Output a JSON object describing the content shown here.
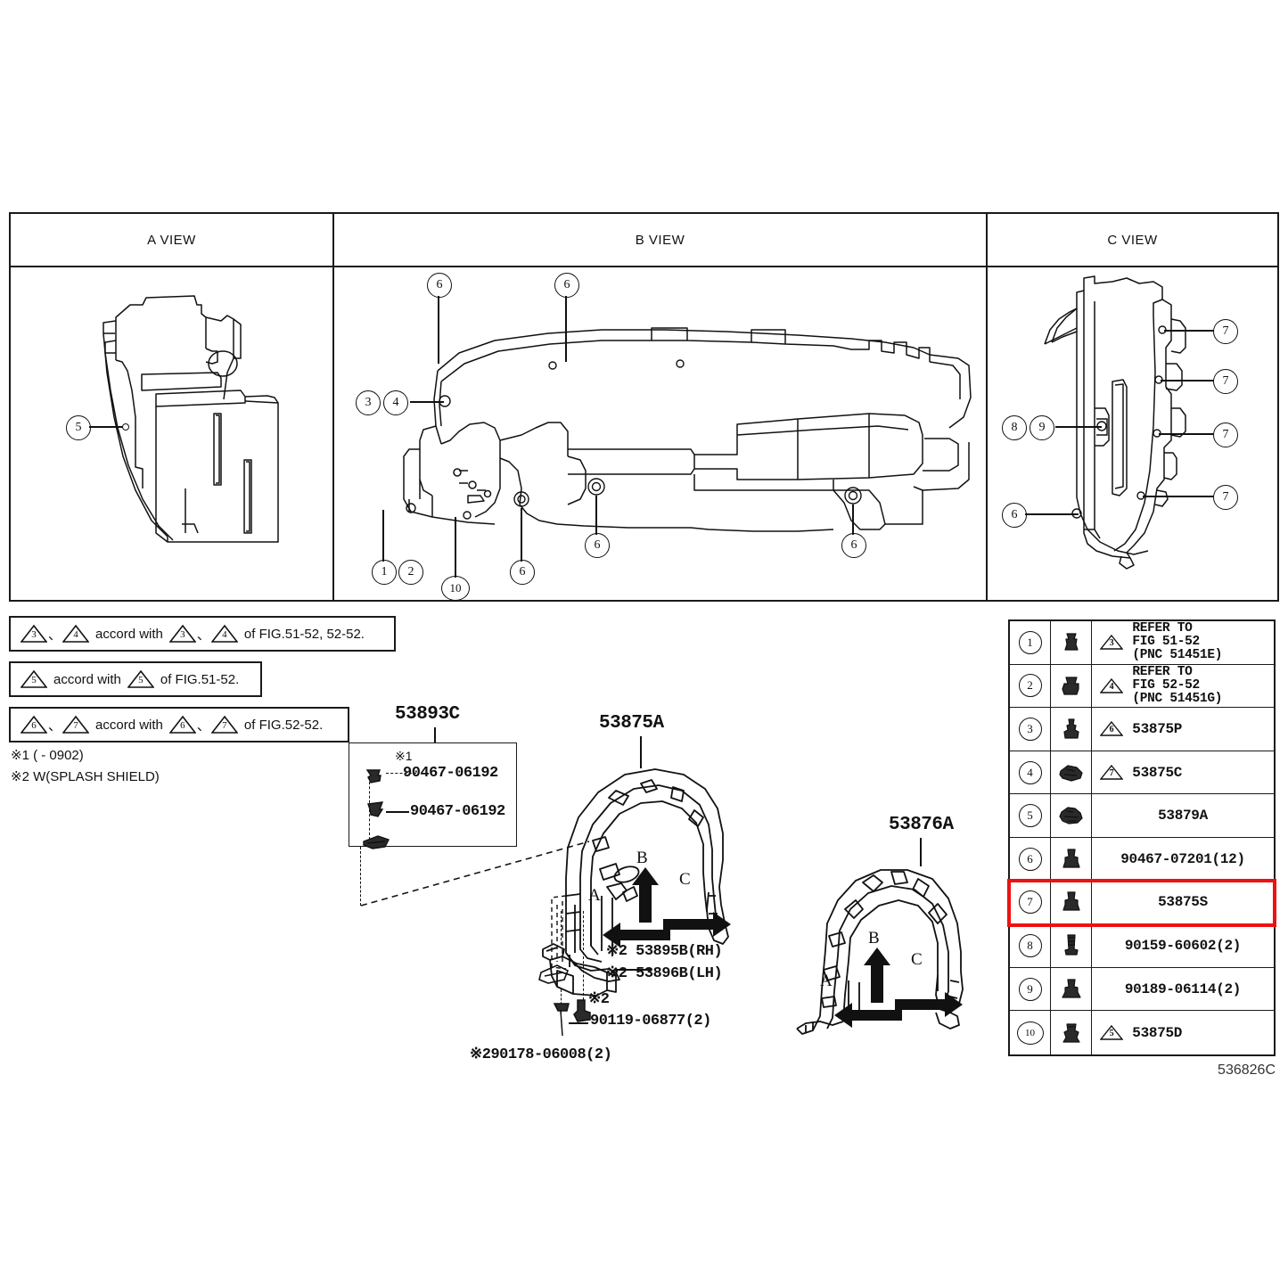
{
  "views": {
    "a_label": "A VIEW",
    "b_label": "B VIEW",
    "c_label": "C VIEW",
    "a_callouts": [
      "5"
    ],
    "b_callouts": [
      "3",
      "4",
      "6",
      "6",
      "1",
      "2",
      "10",
      "6",
      "6",
      "6"
    ],
    "c_callouts": [
      "7",
      "7",
      "7",
      "7",
      "8",
      "9",
      "6"
    ]
  },
  "notes": {
    "note1_pre_a": "3",
    "note1_pre_b": "4",
    "note1_mid": "accord with",
    "note1_post_a": "3",
    "note1_post_b": "4",
    "note1_tail": "of FIG.51-52, 52-52.",
    "note2_pre": "5",
    "note2_mid": "accord with",
    "note2_post": "5",
    "note2_tail": "of FIG.51-52.",
    "note3_pre_a": "6",
    "note3_pre_b": "7",
    "note3_mid": "accord with",
    "note3_post_a": "6",
    "note3_post_b": "7",
    "note3_tail": "of FIG.52-52.",
    "mark1": "※1 (          - 0902)",
    "mark2": "※2 W(SPLASH SHIELD)"
  },
  "diagram": {
    "label_53893c": "53893C",
    "label_53875a": "53875A",
    "label_53876a": "53876A",
    "inset_mark": "※1",
    "inset_part_1": "90467-06192",
    "inset_part_2": "90467-06192",
    "bracket_rh": "※2 53895B(RH)",
    "bracket_lh": "※2 53896B(LH)",
    "bolt_mark": "※2",
    "bolt_part": "90119-06877(2)",
    "screw_part": "※290178-06008(2)",
    "dir_a": "A",
    "dir_b": "B",
    "dir_c": "C"
  },
  "parts_table": {
    "rows": [
      {
        "no": "1",
        "icon": "clip-pin-icon",
        "tri": "3",
        "name": "REFER TO\nFIG 51-52\n(PNC 51451E)",
        "multiline": true,
        "highlight": false
      },
      {
        "no": "2",
        "icon": "grommet-clip-icon",
        "tri": "4",
        "name": "REFER TO\nFIG 52-52\n(PNC 51451G)",
        "multiline": true,
        "highlight": false
      },
      {
        "no": "3",
        "icon": "screw-grommet-icon",
        "tri": "6",
        "name": "53875P",
        "multiline": false,
        "highlight": false
      },
      {
        "no": "4",
        "icon": "retainer-clip-icon",
        "tri": "7",
        "name": "53875C",
        "multiline": false,
        "highlight": false
      },
      {
        "no": "5",
        "icon": "clamp-clip-icon",
        "tri": "",
        "name": "53879A",
        "multiline": false,
        "highlight": false
      },
      {
        "no": "6",
        "icon": "push-rivet-icon",
        "tri": "",
        "name": "90467-07201(12)",
        "multiline": false,
        "highlight": false
      },
      {
        "no": "7",
        "icon": "push-rivet-icon",
        "tri": "",
        "name": "53875S",
        "multiline": false,
        "highlight": true
      },
      {
        "no": "8",
        "icon": "bolt-icon",
        "tri": "",
        "name": "90159-60602(2)",
        "multiline": false,
        "highlight": false
      },
      {
        "no": "9",
        "icon": "flange-bolt-icon",
        "tri": "",
        "name": "90189-06114(2)",
        "multiline": false,
        "highlight": false
      },
      {
        "no": "10",
        "icon": "clip-fastener-icon",
        "tri": "5",
        "name": "53875D",
        "multiline": false,
        "highlight": false
      }
    ]
  },
  "drawing_number": "536826C",
  "colors": {
    "highlight": "#ee1111",
    "line": "#111111"
  }
}
